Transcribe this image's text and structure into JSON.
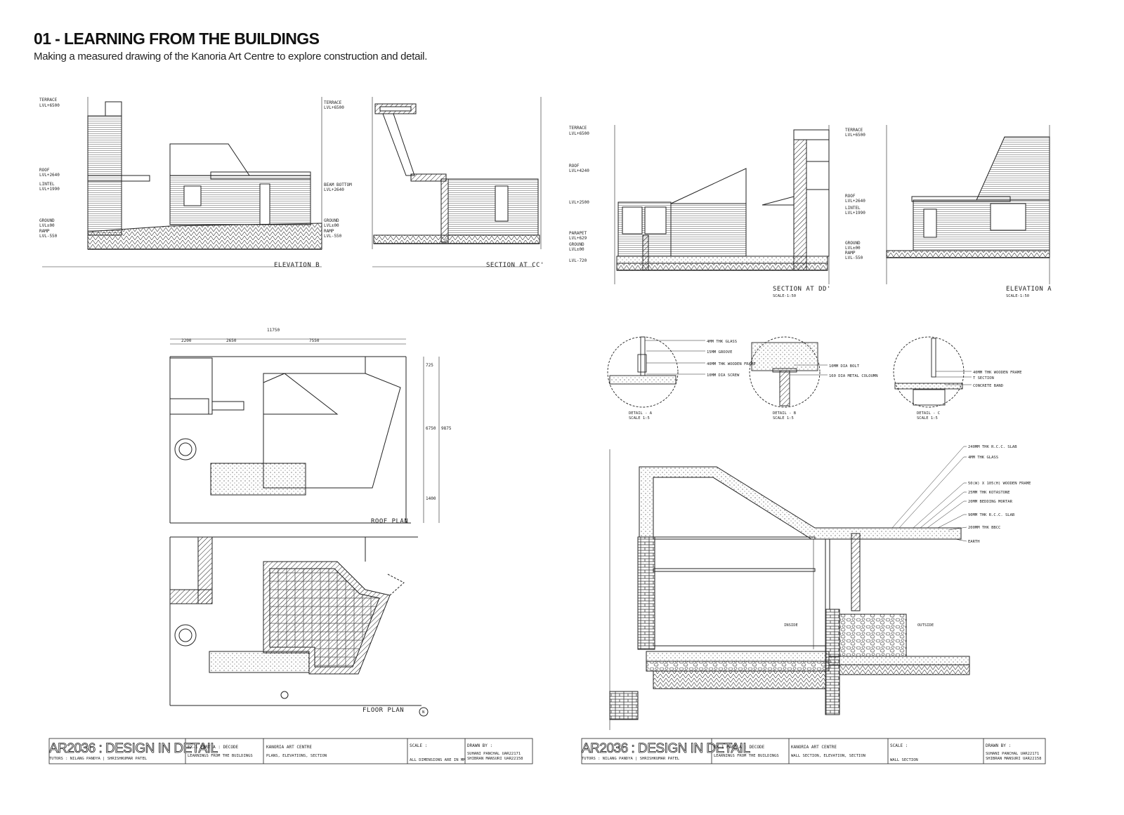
{
  "header": {
    "title": "01 - LEARNING FROM THE BUILDINGS",
    "subtitle": "Making a measured drawing of the Kanoria Art Centre to explore construction and detail."
  },
  "elev_b": {
    "caption": "ELEVATION B",
    "levels": [
      "TERRACE",
      "LVL+6500",
      "ROOF",
      "LVL+2640",
      "LINTEL",
      "LVL+1990",
      "GROUND",
      "LVL±00",
      "RAMP",
      "LVL-550"
    ]
  },
  "section_cc": {
    "caption": "SECTION AT CC'",
    "levels": [
      "TERRACE",
      "LVL+6500",
      "BEAM BOTTOM",
      "LVL+2640",
      "GROUND",
      "LVL±00",
      "RAMP",
      "LVL-550"
    ]
  },
  "section_dd": {
    "caption": "SECTION AT DD'",
    "scale": "SCALE-1:50",
    "levels": [
      "TERRACE",
      "LVL+6500",
      "ROOF",
      "LVL+4240",
      "LVL+2500",
      "PARAPET",
      "LVL+629",
      "GROUND",
      "LVL±00",
      "LVL-720"
    ]
  },
  "elev_a": {
    "caption": "ELEVATION A",
    "scale": "SCALE-1:50",
    "levels": [
      "TERRACE",
      "LVL+6500",
      "ROOF",
      "LVL+2640",
      "LINTEL",
      "LVL+1990",
      "GROUND",
      "LVL±00",
      "RAMP",
      "LVL-550"
    ]
  },
  "roof_plan": {
    "caption": "ROOF PLAN",
    "dims": [
      "11750",
      "2200",
      "2650",
      "7550",
      "725",
      "6750",
      "9875",
      "1400"
    ]
  },
  "floor_plan": {
    "caption": "FLOOR PLAN",
    "north": "N"
  },
  "details": [
    {
      "caption": "DETAIL - A",
      "scale": "SCALE 1:5",
      "labels": [
        "4MM THK GLASS",
        "15MM GROOVE",
        "40MM THK WOODEN FRAME",
        "10MM DIA SCREW"
      ]
    },
    {
      "caption": "DETAIL - B",
      "scale": "SCALE 1:5",
      "labels": [
        "10MM DIA BOLT",
        "160 DIA METAL COLOUMN"
      ]
    },
    {
      "caption": "DETAIL - C",
      "scale": "SCALE 1:5",
      "labels": [
        "40MM THK WOODEN FRAME",
        "T SECTION",
        "CONCRETE BAND"
      ]
    }
  ],
  "wall_section": {
    "labels": [
      "240MM THK R.C.C. SLAB",
      "4MM THK GLASS",
      "50(W) X 105(H) WOODEN FRAME",
      "25MM THK KOTASTONE",
      "20MM BEDDING MORTAR",
      "90MM THK R.C.C. SLAB",
      "200MM THK BBCC",
      "EARTH"
    ],
    "inside": "INSIDE",
    "outside": "OUTSIDE"
  },
  "title_blocks": [
    {
      "course": "AR2036 : DESIGN IN DETAIL",
      "tutors": "TUTORS : NILANG PANDYA | SHRISHKUMAR PATEL",
      "exercise": "EX-1 PART A : DECODE",
      "subtitle": "LEARNINGS FROM THE BUILDINGS",
      "project": "KANORIA ART CENTRE",
      "contents": "PLANS, ELEVATIONS, SECTION",
      "scale_label": "SCALE :",
      "note": "ALL DIMENSIONS ARE IN MM",
      "drawn_by": "DRAWN BY :",
      "names": [
        "SUHANI PANCHAL UAR22171",
        "SHIBRAN MANSURI UAR22158"
      ]
    },
    {
      "course": "AR2036 : DESIGN IN DETAIL",
      "tutors": "TUTORS : NILANG PANDYA | SHRISHKUMAR PATEL",
      "exercise": "EX-1 PART A : DECODE",
      "subtitle": "LEARNINGS FROM THE BUILDINGS",
      "project": "KANORIA ART CENTRE",
      "contents": "WALL SECTION, ELEVATION, SECTION",
      "scale_label": "SCALE :",
      "note": "WALL SECTION",
      "drawn_by": "DRAWN BY :",
      "names": [
        "SUHANI PANCHAL UAR22171",
        "SHIBRAN MANSURI UAR22158"
      ]
    }
  ]
}
